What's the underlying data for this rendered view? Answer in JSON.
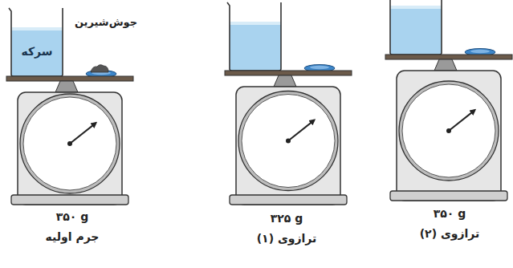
{
  "diagram": {
    "nodes": [
      {
        "text": [
          "سرکه"
        ]
      }
    ],
    "labels": [
      "جوش‌شیرین",
      "۳۵۰ g",
      "جرم اولیه",
      "۳۲۵ g",
      "ترازوی (۱)",
      "۳۵۰ g",
      "ترازوی (۲)"
    ]
  }
}
